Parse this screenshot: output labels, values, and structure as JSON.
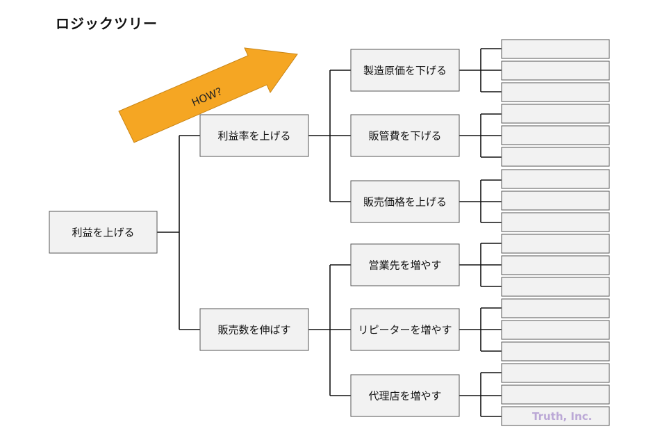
{
  "title": "ロジックツリー",
  "arrow_label": "HOW?",
  "root": "利益を上げる",
  "level1": [
    "利益率を上げる",
    "販売数を伸ばす"
  ],
  "level2": [
    "製造原価を下げる",
    "販管費を下げる",
    "販売価格を上げる",
    "営業先を増やす",
    "リピーターを増やす",
    "代理店を増やす"
  ],
  "watermark": "Truth, Inc.",
  "colors": {
    "arrow": "#f5a623",
    "box_fill": "#f2f2f2",
    "watermark": "#bba8d6"
  }
}
